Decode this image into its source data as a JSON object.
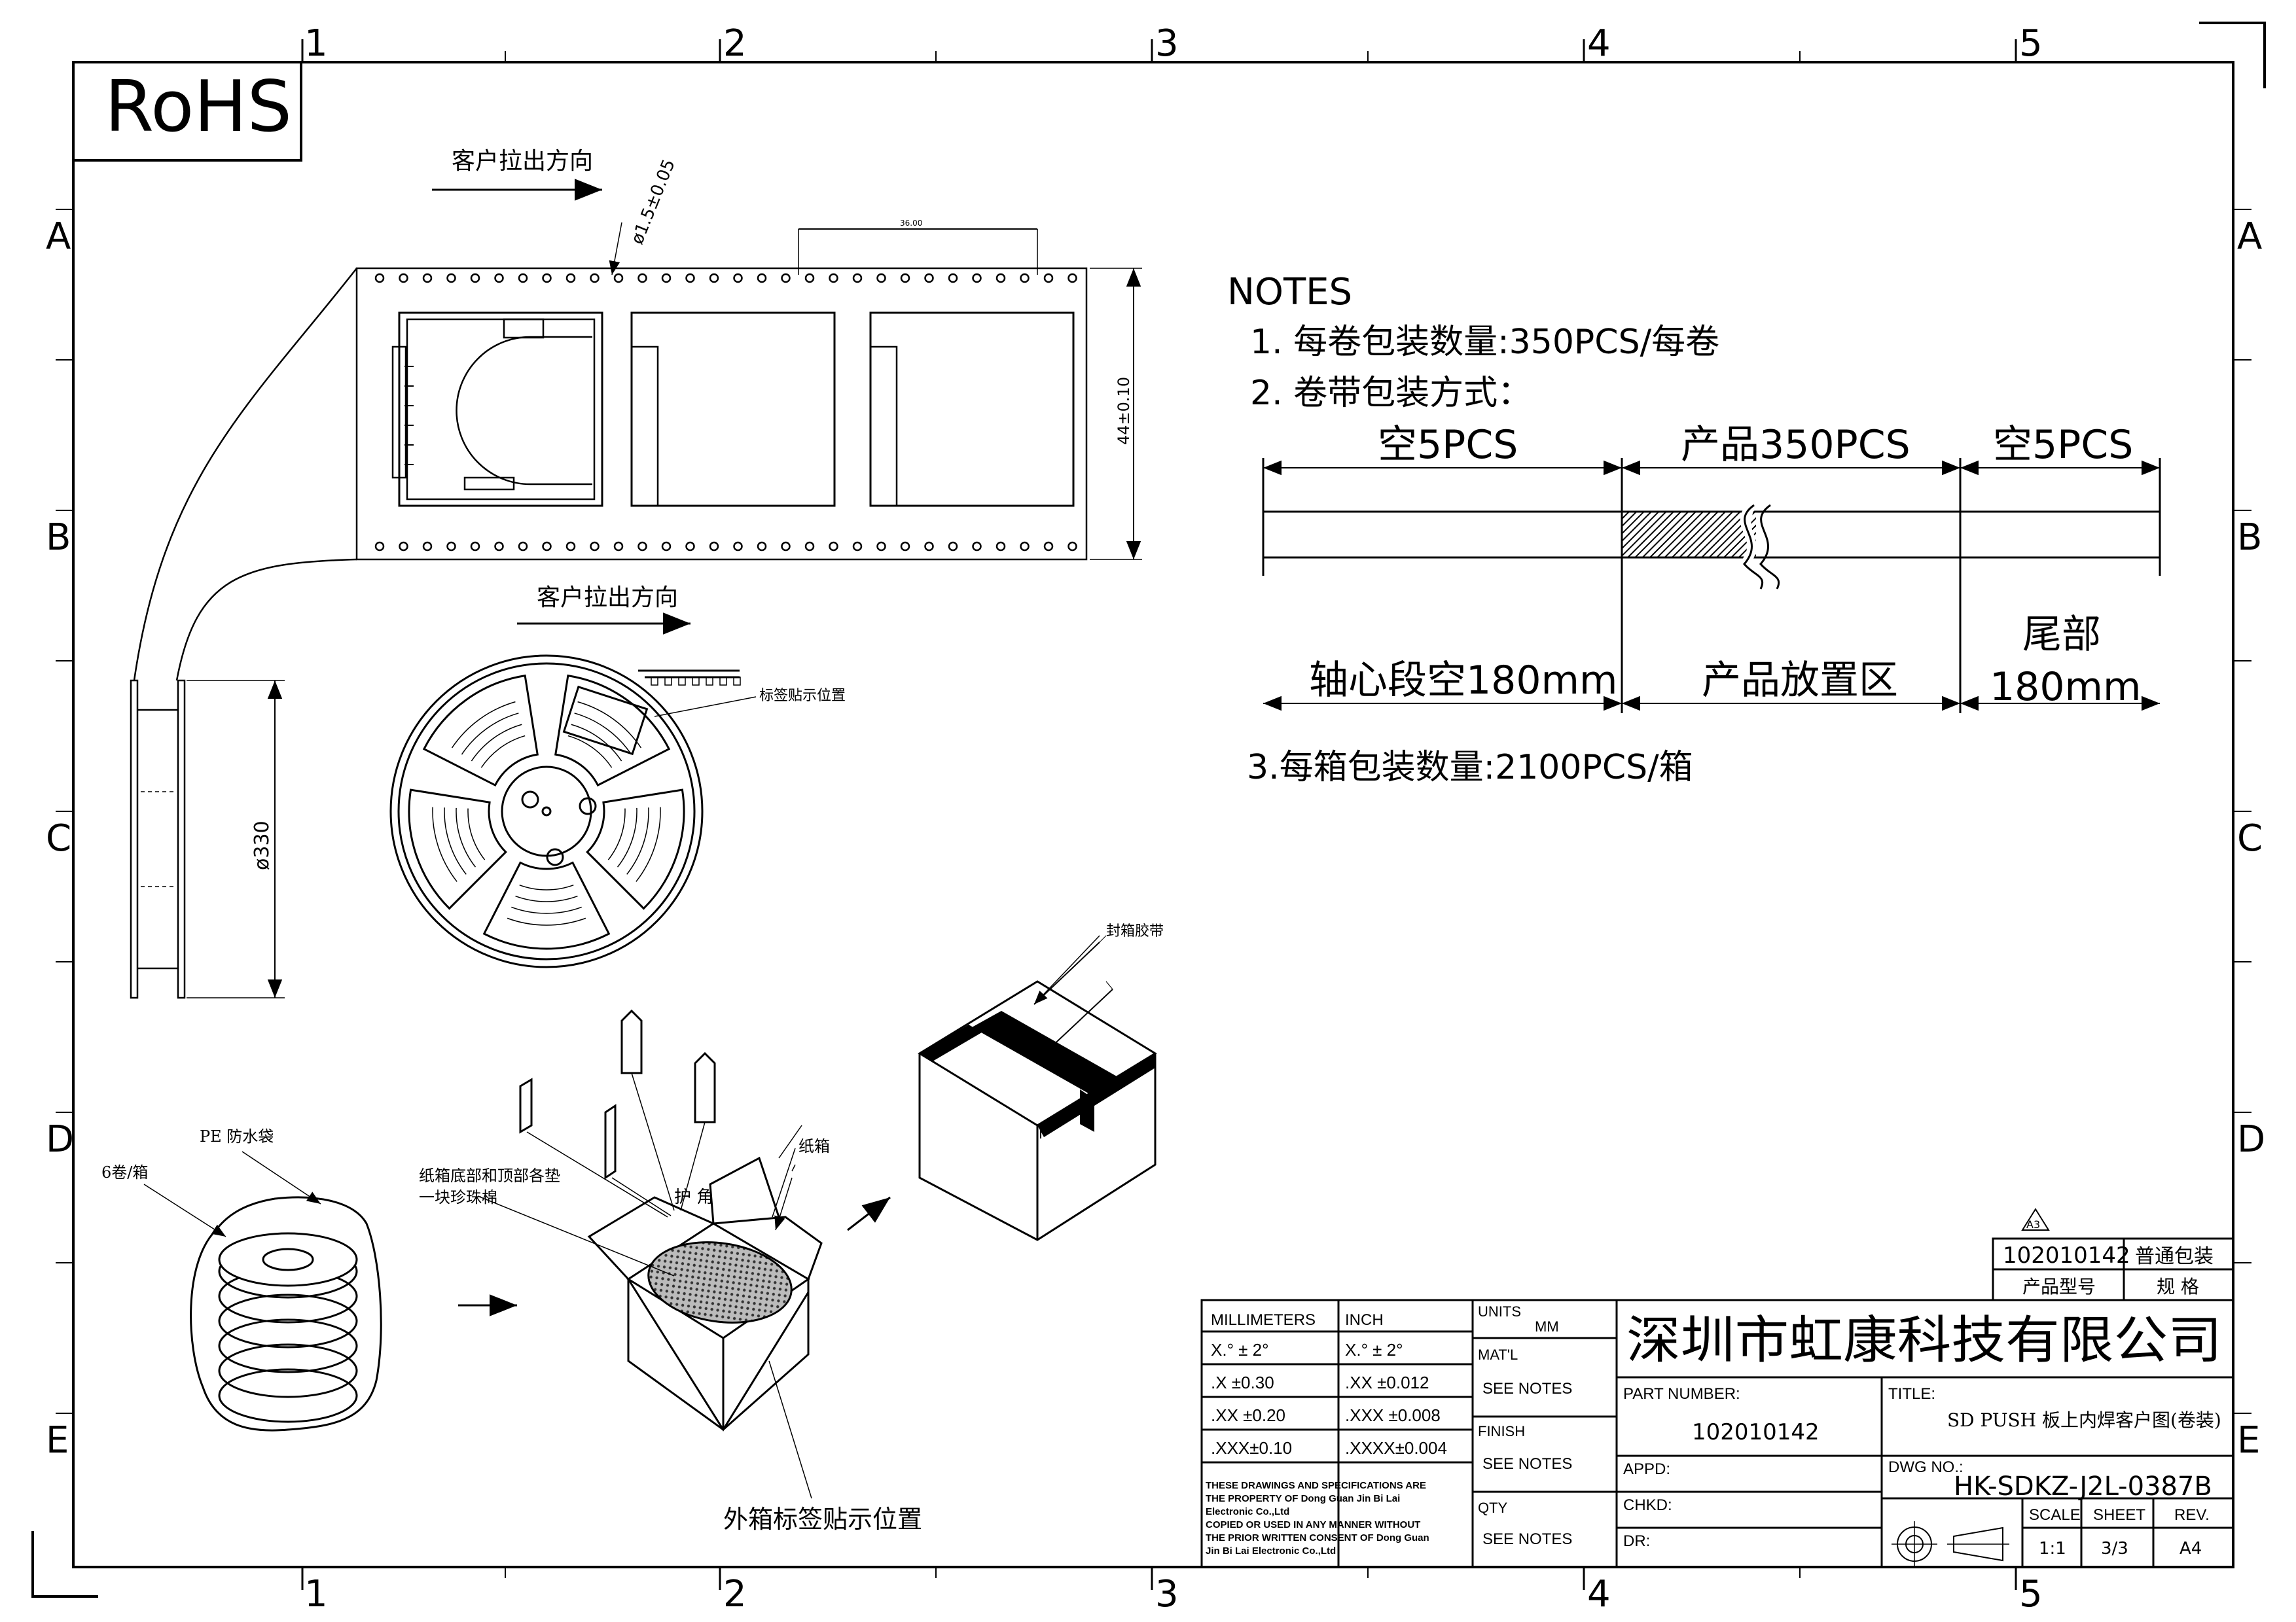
{
  "border": {
    "col_numbers": [
      "1",
      "2",
      "3",
      "4",
      "5"
    ],
    "row_letters": [
      "A",
      "B",
      "C",
      "D",
      "E"
    ]
  },
  "rohs": "RoHS",
  "tape": {
    "pull_direction_1": "客户拉出方向",
    "pull_direction_2": "客户拉出方向",
    "hole_dim": "ø1.5±0.05",
    "pitch_dim": "36.00",
    "width_dim": "44±0.10"
  },
  "reel": {
    "diameter_dim": "ø330",
    "label_position": "标签贴示位置"
  },
  "notes": {
    "heading": "NOTES",
    "note1": "1. 每卷包装数量:350PCS/每卷",
    "note2": "2. 卷带包装方式：",
    "seg_empty_left": "空5PCS",
    "seg_product": "产品350PCS",
    "seg_empty_right": "空5PCS",
    "lbl_core": "轴心段空180mm",
    "lbl_product_zone": "产品放置区",
    "lbl_tail_1": "尾部",
    "lbl_tail_2": "180mm",
    "note3": "3.每箱包装数量:2100PCS/箱"
  },
  "packing": {
    "pe_bag": "PE 防水袋",
    "rolls_per_box": "6卷/箱",
    "pearl_cotton_1": "纸箱底部和顶部各垫",
    "pearl_cotton_2": "一块珍珠棉",
    "corner_guard": "护  角",
    "carton": "纸箱",
    "seal_tape": "封箱胶带",
    "outer_label": "外箱标签贴示位置"
  },
  "title_block": {
    "rev_mark": "A3",
    "part_no_top": "102010142",
    "pack_type": "普通包装",
    "product_model_lbl": "产品型号",
    "spec_lbl": "规 格",
    "mm_head": "MILLIMETERS",
    "inch_head": "INCH",
    "mm_rows": [
      "X.° ± 2°",
      ".X  ±0.30",
      ".XX ±0.20",
      ".XXX±0.10"
    ],
    "inch_rows": [
      "X.° ± 2°",
      ".XX  ±0.012",
      ".XXX ±0.008",
      ".XXXX±0.004"
    ],
    "units_lbl": "UNITS",
    "units_val": "MM",
    "matl_lbl": "MAT'L",
    "matl_val": "SEE NOTES",
    "finish_lbl": "FINISH",
    "finish_val": "SEE NOTES",
    "qty_lbl": "QTY",
    "qty_val": "SEE NOTES",
    "disclaimer": [
      "THESE DRAWINGS AND SPECIFICATIONS ARE",
      "THE PROPERTY OF Dong Guan Jin Bi Lai",
      "Electronic Co.,Ltd",
      "COPIED OR USED IN ANY MANNER WITHOUT",
      "THE PRIOR WRITTEN CONSENT OF Dong Guan",
      "Jin Bi Lai Electronic Co.,Ltd"
    ],
    "company": "深圳市虹康科技有限公司",
    "part_number_lbl": "PART NUMBER:",
    "part_number_val": "102010142",
    "title_lbl": "TITLE:",
    "title_val": "SD PUSH 板上内焊客户图(卷装)",
    "appd_lbl": "APPD:",
    "chkd_lbl": "CHKD:",
    "dr_lbl": "DR:",
    "dwg_no_lbl": "DWG NO.:",
    "dwg_no_val": "HK-SDKZ-J2L-0387B",
    "scale_lbl": "SCALE",
    "scale_val": "1:1",
    "sheet_lbl": "SHEET",
    "sheet_val": "3/3",
    "rev_lbl": "REV.",
    "rev_val": "A4"
  }
}
